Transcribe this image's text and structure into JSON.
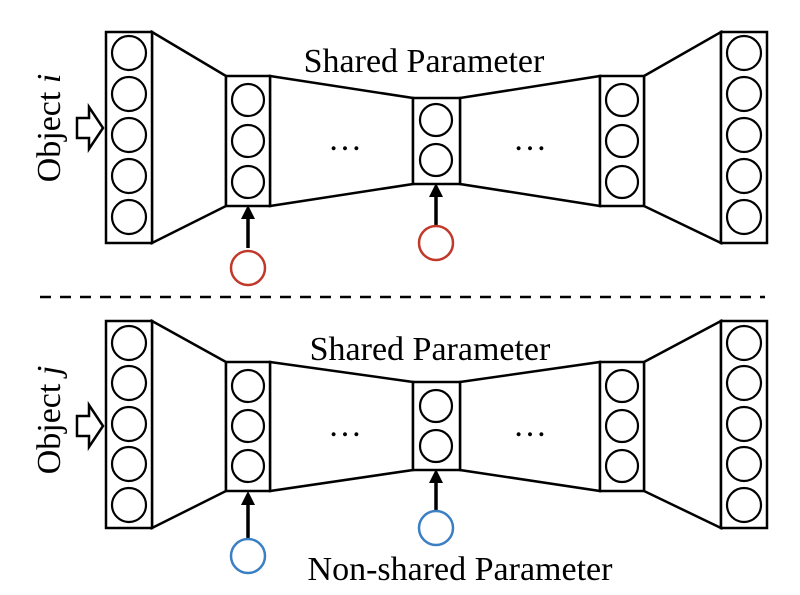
{
  "panels": [
    {
      "object_word": "Object ",
      "object_index": "i",
      "object_color": "#c0392b",
      "top_label": "Shared Parameter",
      "ellipsis_left": "…",
      "ellipsis_right": "…",
      "nonshared_color": "#c0392b"
    },
    {
      "object_word": "Object ",
      "object_index": "j",
      "object_color": "#3a7fc4",
      "top_label": "Shared Parameter",
      "ellipsis_left": "…",
      "ellipsis_right": "…",
      "nonshared_color": "#3a7fc4"
    }
  ],
  "bottom_label": "Non-shared Parameter",
  "divider_style": "dashed"
}
